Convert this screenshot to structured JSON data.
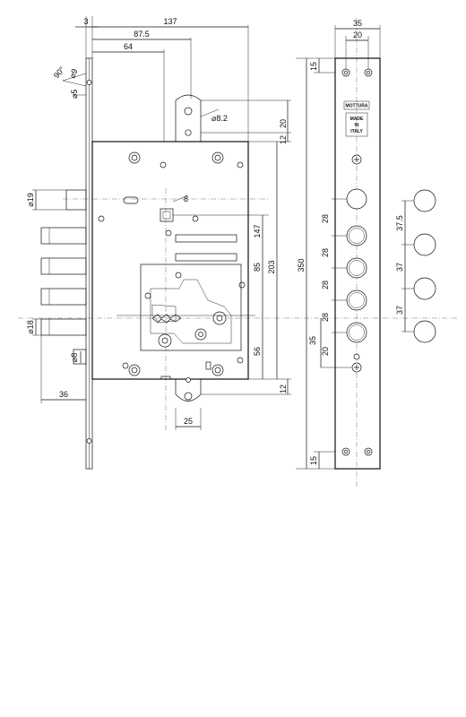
{
  "diagram": {
    "dims": {
      "d3": "3",
      "d137": "137",
      "d87_5": "87.5",
      "d64": "64",
      "a90": "90°",
      "dia9": "⌀9",
      "dia5": "⌀5",
      "dia8_2": "⌀8.2",
      "d20_top": "20",
      "d12_top": "12",
      "sq8": "8",
      "dia19": "⌀19",
      "dia18": "⌀18",
      "dia8_left": "⌀8",
      "d147": "147",
      "d85": "85",
      "d203": "203",
      "d350": "350",
      "d56": "56",
      "d12_bottom": "12",
      "d36": "36",
      "d25": "25",
      "d35_top": "35",
      "d20_plate": "20",
      "d15_top": "15",
      "d15_bottom": "15",
      "d28_a": "28",
      "d28_b": "28",
      "d28_c": "28",
      "d28_d": "28",
      "d35_side": "35",
      "d20_side": "20",
      "d37_5": "37.5",
      "d37_a": "37",
      "d37_b": "37"
    },
    "plate_labels": {
      "brand": "MOTTURA",
      "made_in": [
        "MADE",
        "IN",
        "ITALY"
      ]
    }
  }
}
